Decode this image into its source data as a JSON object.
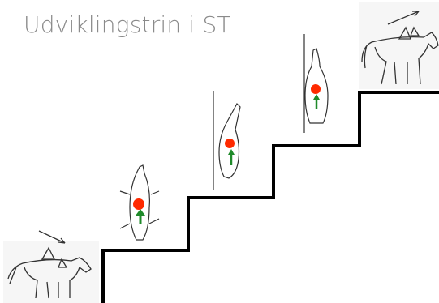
{
  "slide": {
    "title": "Udviklingstrin i ST"
  },
  "diagram": {
    "colors": {
      "stairs": "#000000",
      "marker": "#ff2a00",
      "arrow": "#1f8a2a",
      "sketch": "#333333",
      "title": "#8a8a8a"
    },
    "steps": [
      {
        "id": "start",
        "figure": "horse-side-view-walking-right"
      },
      {
        "id": "step-1",
        "figure": "horse-top-view-with-marker-and-arrow"
      },
      {
        "id": "step-2",
        "figure": "horse-top-view-with-marker-and-arrow"
      },
      {
        "id": "step-3",
        "figure": "horse-top-view-with-marker-and-arrow"
      },
      {
        "id": "top",
        "figure": "horse-side-view-walking-right"
      }
    ]
  }
}
